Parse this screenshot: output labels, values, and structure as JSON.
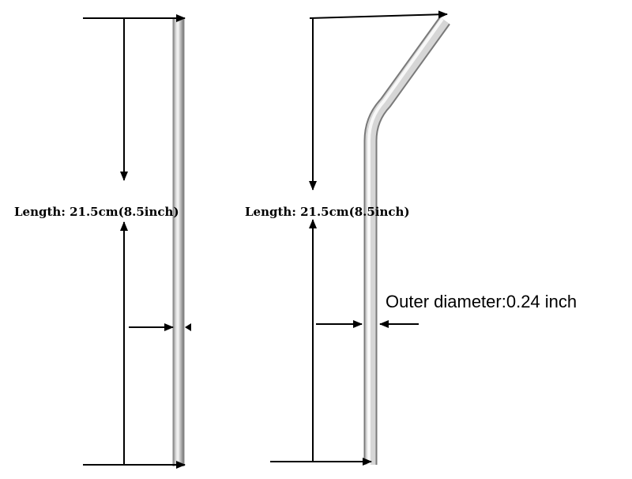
{
  "straight_straw": {
    "length_label": "Length: 21.5cm(8.5inch)"
  },
  "bent_straw": {
    "length_label": "Length: 21.5cm(8.5inch)",
    "diameter_label": "Outer diameter:0.24 inch"
  },
  "colors": {
    "straw_dark": "#8a8a8a",
    "straw_mid": "#c8c8c8",
    "straw_light": "#f4f4f4",
    "arrow": "#000000"
  }
}
